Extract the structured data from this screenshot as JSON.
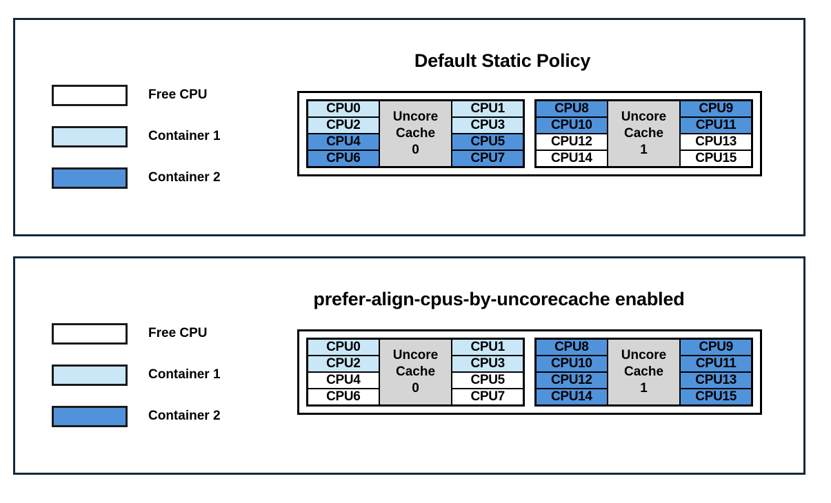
{
  "panels": [
    {
      "id": "default-static-policy",
      "title": "Default Static Policy",
      "legend": [
        {
          "label": "Free CPU",
          "state": "free",
          "color": "#ffffff"
        },
        {
          "label": "Container 1",
          "state": "container1",
          "color": "#c9e7f7"
        },
        {
          "label": "Container 2",
          "state": "container2",
          "color": "#5193db"
        }
      ],
      "groups": [
        {
          "cache_label_line1": "Uncore",
          "cache_label_line2": "Cache",
          "cache_index": "0",
          "left_column": [
            {
              "label": "CPU0",
              "state": "container1"
            },
            {
              "label": "CPU2",
              "state": "container1"
            },
            {
              "label": "CPU4",
              "state": "container2"
            },
            {
              "label": "CPU6",
              "state": "container2"
            }
          ],
          "right_column": [
            {
              "label": "CPU1",
              "state": "container1"
            },
            {
              "label": "CPU3",
              "state": "container1"
            },
            {
              "label": "CPU5",
              "state": "container2"
            },
            {
              "label": "CPU7",
              "state": "container2"
            }
          ]
        },
        {
          "cache_label_line1": "Uncore",
          "cache_label_line2": "Cache",
          "cache_index": "1",
          "left_column": [
            {
              "label": "CPU8",
              "state": "container2"
            },
            {
              "label": "CPU10",
              "state": "container2"
            },
            {
              "label": "CPU12",
              "state": "free"
            },
            {
              "label": "CPU14",
              "state": "free"
            }
          ],
          "right_column": [
            {
              "label": "CPU9",
              "state": "container2"
            },
            {
              "label": "CPU11",
              "state": "container2"
            },
            {
              "label": "CPU13",
              "state": "free"
            },
            {
              "label": "CPU15",
              "state": "free"
            }
          ]
        }
      ]
    },
    {
      "id": "prefer-align-cpus-by-uncorecache-enabled",
      "title": "prefer-align-cpus-by-uncorecache enabled",
      "legend": [
        {
          "label": "Free CPU",
          "state": "free",
          "color": "#ffffff"
        },
        {
          "label": "Container 1",
          "state": "container1",
          "color": "#c9e7f7"
        },
        {
          "label": "Container 2",
          "state": "container2",
          "color": "#5193db"
        }
      ],
      "groups": [
        {
          "cache_label_line1": "Uncore",
          "cache_label_line2": "Cache",
          "cache_index": "0",
          "left_column": [
            {
              "label": "CPU0",
              "state": "container1"
            },
            {
              "label": "CPU2",
              "state": "container1"
            },
            {
              "label": "CPU4",
              "state": "free"
            },
            {
              "label": "CPU6",
              "state": "free"
            }
          ],
          "right_column": [
            {
              "label": "CPU1",
              "state": "container1"
            },
            {
              "label": "CPU3",
              "state": "container1"
            },
            {
              "label": "CPU5",
              "state": "free"
            },
            {
              "label": "CPU7",
              "state": "free"
            }
          ]
        },
        {
          "cache_label_line1": "Uncore",
          "cache_label_line2": "Cache",
          "cache_index": "1",
          "left_column": [
            {
              "label": "CPU8",
              "state": "container2"
            },
            {
              "label": "CPU10",
              "state": "container2"
            },
            {
              "label": "CPU12",
              "state": "container2"
            },
            {
              "label": "CPU14",
              "state": "container2"
            }
          ],
          "right_column": [
            {
              "label": "CPU9",
              "state": "container2"
            },
            {
              "label": "CPU11",
              "state": "container2"
            },
            {
              "label": "CPU13",
              "state": "container2"
            },
            {
              "label": "CPU15",
              "state": "container2"
            }
          ]
        }
      ]
    }
  ],
  "colors": {
    "panel_border": "#12293c",
    "cell_border": "#000000",
    "cache_fill": "#d5d5d5",
    "free": "#ffffff",
    "container1": "#c9e7f7",
    "container2": "#5193db"
  }
}
